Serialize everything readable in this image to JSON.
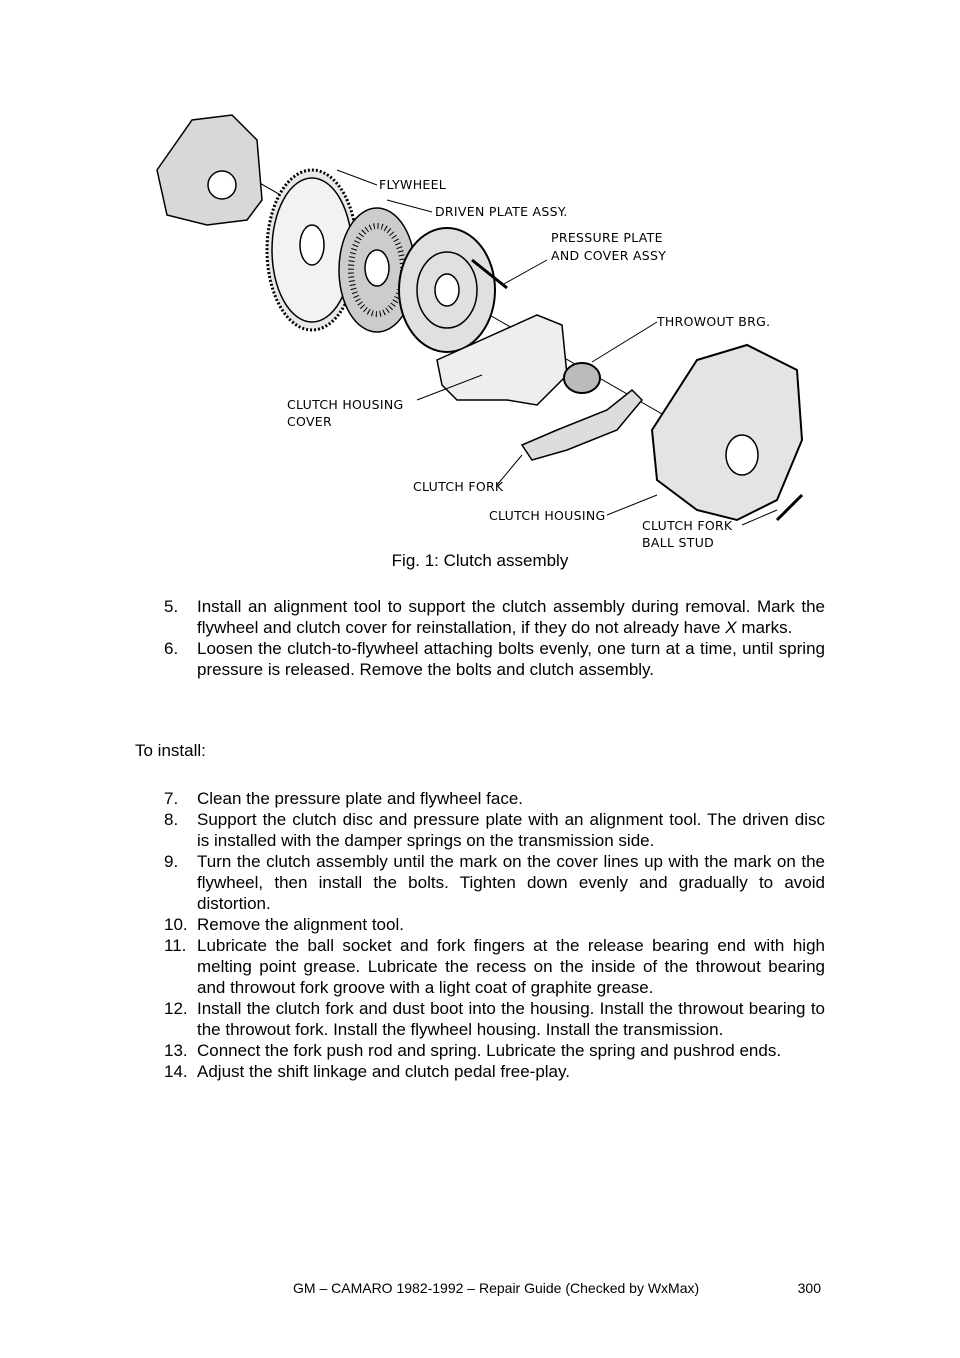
{
  "figure": {
    "caption": "Fig. 1: Clutch assembly",
    "labels": {
      "flywheel": "FLYWHEEL",
      "driven_plate": "DRIVEN PLATE ASSY.",
      "pressure_plate_1": "PRESSURE PLATE",
      "pressure_plate_2": "AND COVER ASSY",
      "throwout": "THROWOUT BRG.",
      "housing_cover_1": "CLUTCH HOUSING",
      "housing_cover_2": "COVER",
      "fork": "CLUTCH FORK",
      "housing": "CLUTCH HOUSING",
      "ball_stud_1": "CLUTCH FORK",
      "ball_stud_2": "BALL STUD"
    }
  },
  "steps_a": [
    {
      "num": "5.",
      "text_before": "Install an alignment tool to support the clutch assembly during removal. Mark the flywheel and clutch cover for reinstallation, if they do not already have ",
      "emph": "X",
      "text_after": " marks."
    },
    {
      "num": "6.",
      "text": "Loosen the clutch-to-flywheel attaching bolts evenly, one turn at a time, until spring pressure is released. Remove the bolts and clutch assembly."
    }
  ],
  "to_install": "To install:",
  "steps_b": [
    {
      "num": "7.",
      "text": "Clean the pressure plate and flywheel face."
    },
    {
      "num": "8.",
      "text": "Support the clutch disc and pressure plate with an alignment tool. The driven disc is installed with the damper springs on the transmission side."
    },
    {
      "num": "9.",
      "text": "Turn the clutch assembly until the mark on the cover lines up with the mark on the flywheel, then install the bolts. Tighten down evenly and gradually to avoid distortion."
    },
    {
      "num": "10.",
      "text": "Remove the alignment tool."
    },
    {
      "num": "11.",
      "text": "Lubricate the ball socket and fork fingers at the release bearing end with high melting point grease. Lubricate the recess on the inside of the throwout bearing and throwout fork groove with a light coat of graphite grease."
    },
    {
      "num": "12.",
      "text": "Install the clutch fork and dust boot into the housing. Install the throwout bearing to the throwout fork. Install the flywheel housing. Install the transmission."
    },
    {
      "num": "13.",
      "text": "Connect the fork push rod and spring. Lubricate the spring and pushrod ends."
    },
    {
      "num": "14.",
      "text": "Adjust the shift linkage and clutch pedal free-play."
    }
  ],
  "footer": {
    "title": "GM – CAMARO 1982-1992 – Repair Guide (Checked by WxMax)",
    "page": "300"
  }
}
